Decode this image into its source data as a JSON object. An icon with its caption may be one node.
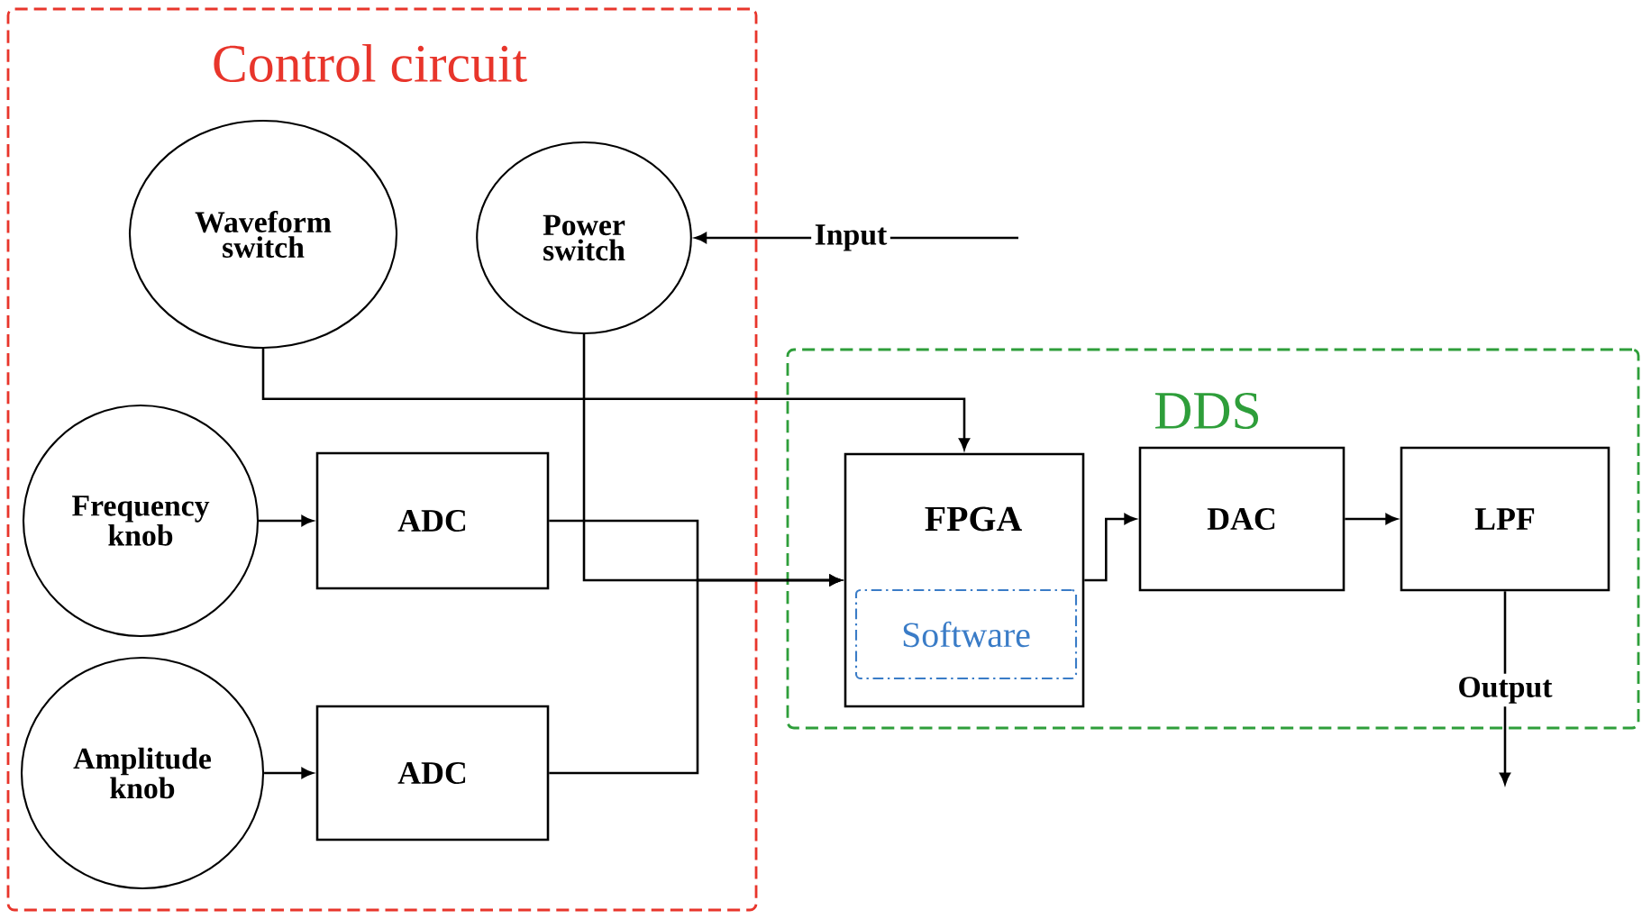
{
  "diagram": {
    "nodes": [
      {
        "text": [
          "Control circuit"
        ]
      },
      {
        "text": [
          "Waveform switch"
        ],
        "in": 0
      },
      {
        "text": [
          "Power switch"
        ],
        "in": 0
      },
      {
        "text": [
          "Frequency knob"
        ],
        "in": 0
      },
      {
        "text": [
          "ADC"
        ],
        "in": 0
      },
      {
        "text": [
          "Amplitude knob"
        ],
        "in": 0
      },
      {
        "text": [
          "ADC"
        ],
        "in": 0
      },
      {
        "text": [
          "DDS"
        ]
      },
      {
        "text": [
          "FPGA"
        ],
        "in": 7
      },
      {
        "text": [
          "Software"
        ],
        "in": 8
      },
      {
        "text": [
          "DAC"
        ],
        "in": 7
      },
      {
        "text": [
          "LPF"
        ],
        "in": 7
      }
    ],
    "edges": [
      {
        "from": 1,
        "to": 8,
        "arrow": "to"
      },
      {
        "from": null,
        "to": 2,
        "arrow": "to",
        "label": "Input"
      },
      {
        "from": 2,
        "to": 8,
        "arrow": "to"
      },
      {
        "from": 3,
        "to": 4,
        "arrow": "to"
      },
      {
        "from": 5,
        "to": 6,
        "arrow": "to"
      },
      {
        "from": 4,
        "to": 8,
        "arrow": "to"
      },
      {
        "from": 6,
        "to": 8,
        "arrow": "to"
      },
      {
        "from": 8,
        "to": 10,
        "arrow": "to"
      },
      {
        "from": 10,
        "to": 11,
        "arrow": "to"
      },
      {
        "from": 11,
        "to": null,
        "arrow": "to",
        "label": "Output"
      }
    ]
  }
}
